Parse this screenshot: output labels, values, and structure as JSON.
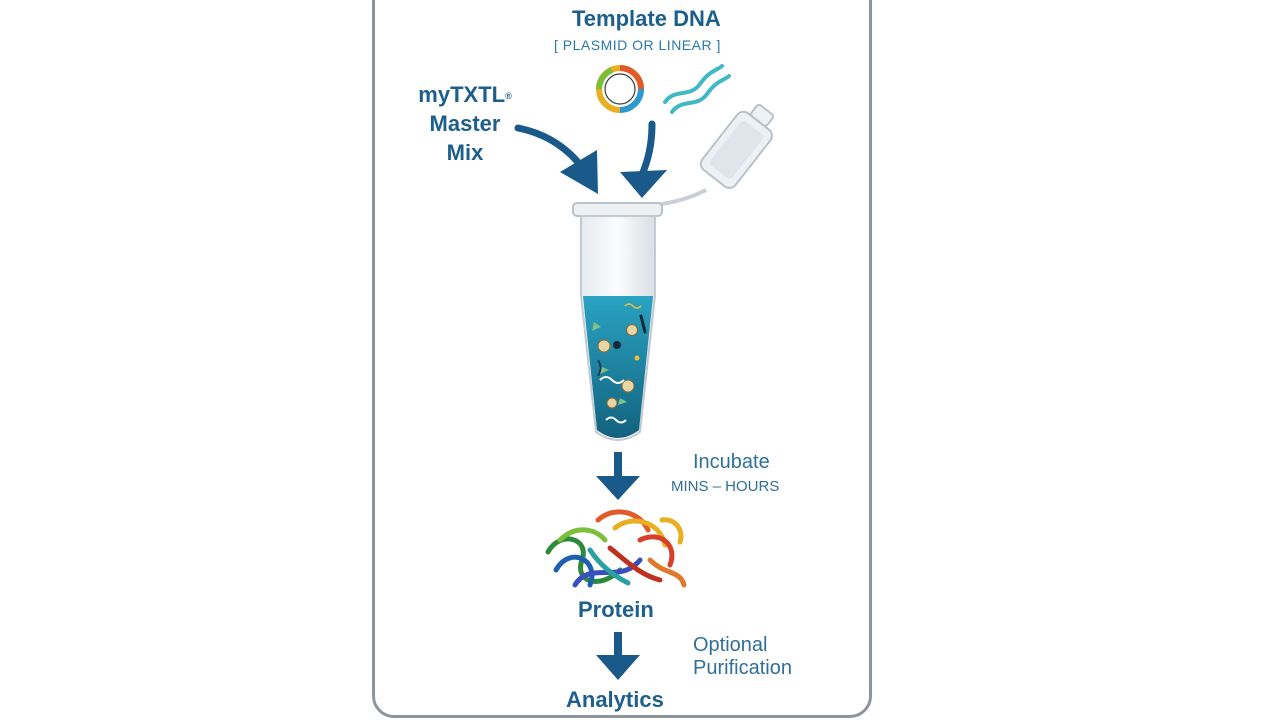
{
  "diagram": {
    "template_title": "Template DNA",
    "template_subtitle": "[ PLASMID OR LINEAR ]",
    "mix_line1": "myTXTL",
    "mix_reg": "®",
    "mix_line2": "Master",
    "mix_line3": "Mix",
    "incubate": "Incubate",
    "incubate_time": "MINS – HOURS",
    "protein": "Protein",
    "optional_line1": "Optional",
    "optional_line2": "Purification",
    "analytics": "Analytics"
  },
  "colors": {
    "text_dark_blue": "#1d5f8c",
    "arrow_blue": "#1a5a8a",
    "liquid_teal": "#1f8fae",
    "dna_teal": "#3fb9c4",
    "panel_border": "#8d949b"
  }
}
